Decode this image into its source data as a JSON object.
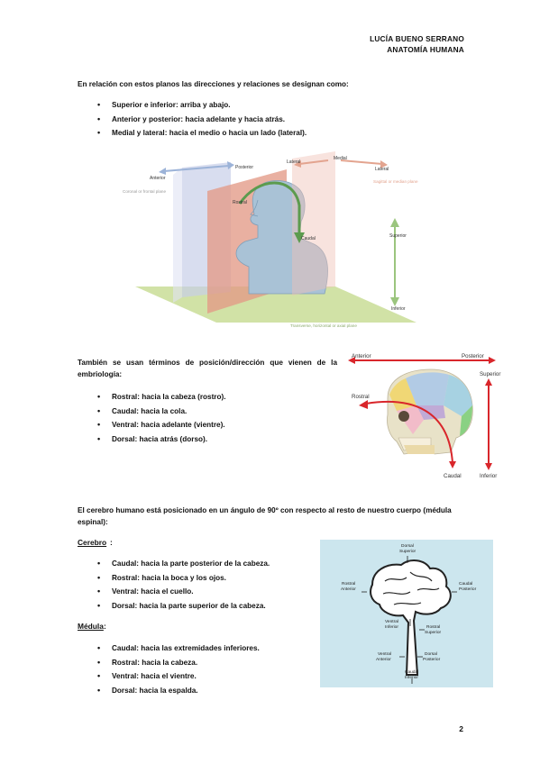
{
  "header": {
    "author": "LUCÍA BUENO SERRANO",
    "subject": "ANATOMÍA HUMANA"
  },
  "intro": "En relación con estos planos las direcciones y relaciones se designan como:",
  "directions": [
    "Superior e inferior: arriba y abajo.",
    "Anterior y posterior: hacia adelante y hacia atrás.",
    "Medial y lateral: hacia el medio o hacia un lado (lateral)."
  ],
  "fig1": {
    "posterior": "Posterior",
    "anterior": "Anterior",
    "lateral_left": "Lateral",
    "medial": "Medial",
    "lateral_right": "Lateral",
    "coronal": "Coronal or frontal plane",
    "sagittal": "Sagittal or median plane",
    "rostral": "Rostral",
    "caudal": "Caudal",
    "superior": "Superior",
    "inferior": "Inferior",
    "transverse": "Transverse, horizontal or axial plane"
  },
  "embryo_intro": "También se usan términos de posición/dirección que vienen de la embriología:",
  "embryo_terms": [
    "Rostral: hacia la cabeza (rostro).",
    "Caudal: hacia la cola.",
    "Ventral: hacia adelante (vientre).",
    "Dorsal: hacia atrás (dorso)."
  ],
  "fig2": {
    "anterior": "Anterior",
    "posterior": "Posterior",
    "superior": "Superior",
    "rostral": "Rostral",
    "caudal": "Caudal",
    "inferior": "Inferior"
  },
  "brain_intro": "El cerebro humano está posicionado en un ángulo de 90º con respecto al resto de nuestro cuerpo (médula espinal):",
  "cerebro": {
    "title": "Cerebro",
    "items": [
      "Caudal: hacia la parte posterior de la cabeza.",
      "Rostral: hacia la boca y los ojos.",
      "Ventral: hacia el cuello.",
      "Dorsal: hacia la parte superior de la cabeza."
    ]
  },
  "medula": {
    "title": "Médula",
    "items": [
      "Caudal: hacia las extremidades inferiores.",
      "Rostral: hacia la cabeza.",
      "Ventral: hacia el vientre.",
      "Dorsal: hacia la espalda."
    ]
  },
  "fig3": {
    "dorsal_top": "Dorsal",
    "superior_top": "Superior",
    "rostral_left": "Rostral",
    "anterior_left": "Anterior",
    "caudal_right": "Caudal",
    "posterior_right": "Posterior",
    "ventral_mid": "Ventral",
    "inferior_mid": "Inferior",
    "rostral_mid": "Rostral",
    "superior_mid": "Superior",
    "ventral_low": "Ventral",
    "anterior_low": "Anterior",
    "dorsal_low": "Dorsal",
    "posterior_low": "Posterior",
    "caudal_bottom": "Caudal",
    "inferior_bottom": "Inferior"
  },
  "page_number": "2"
}
